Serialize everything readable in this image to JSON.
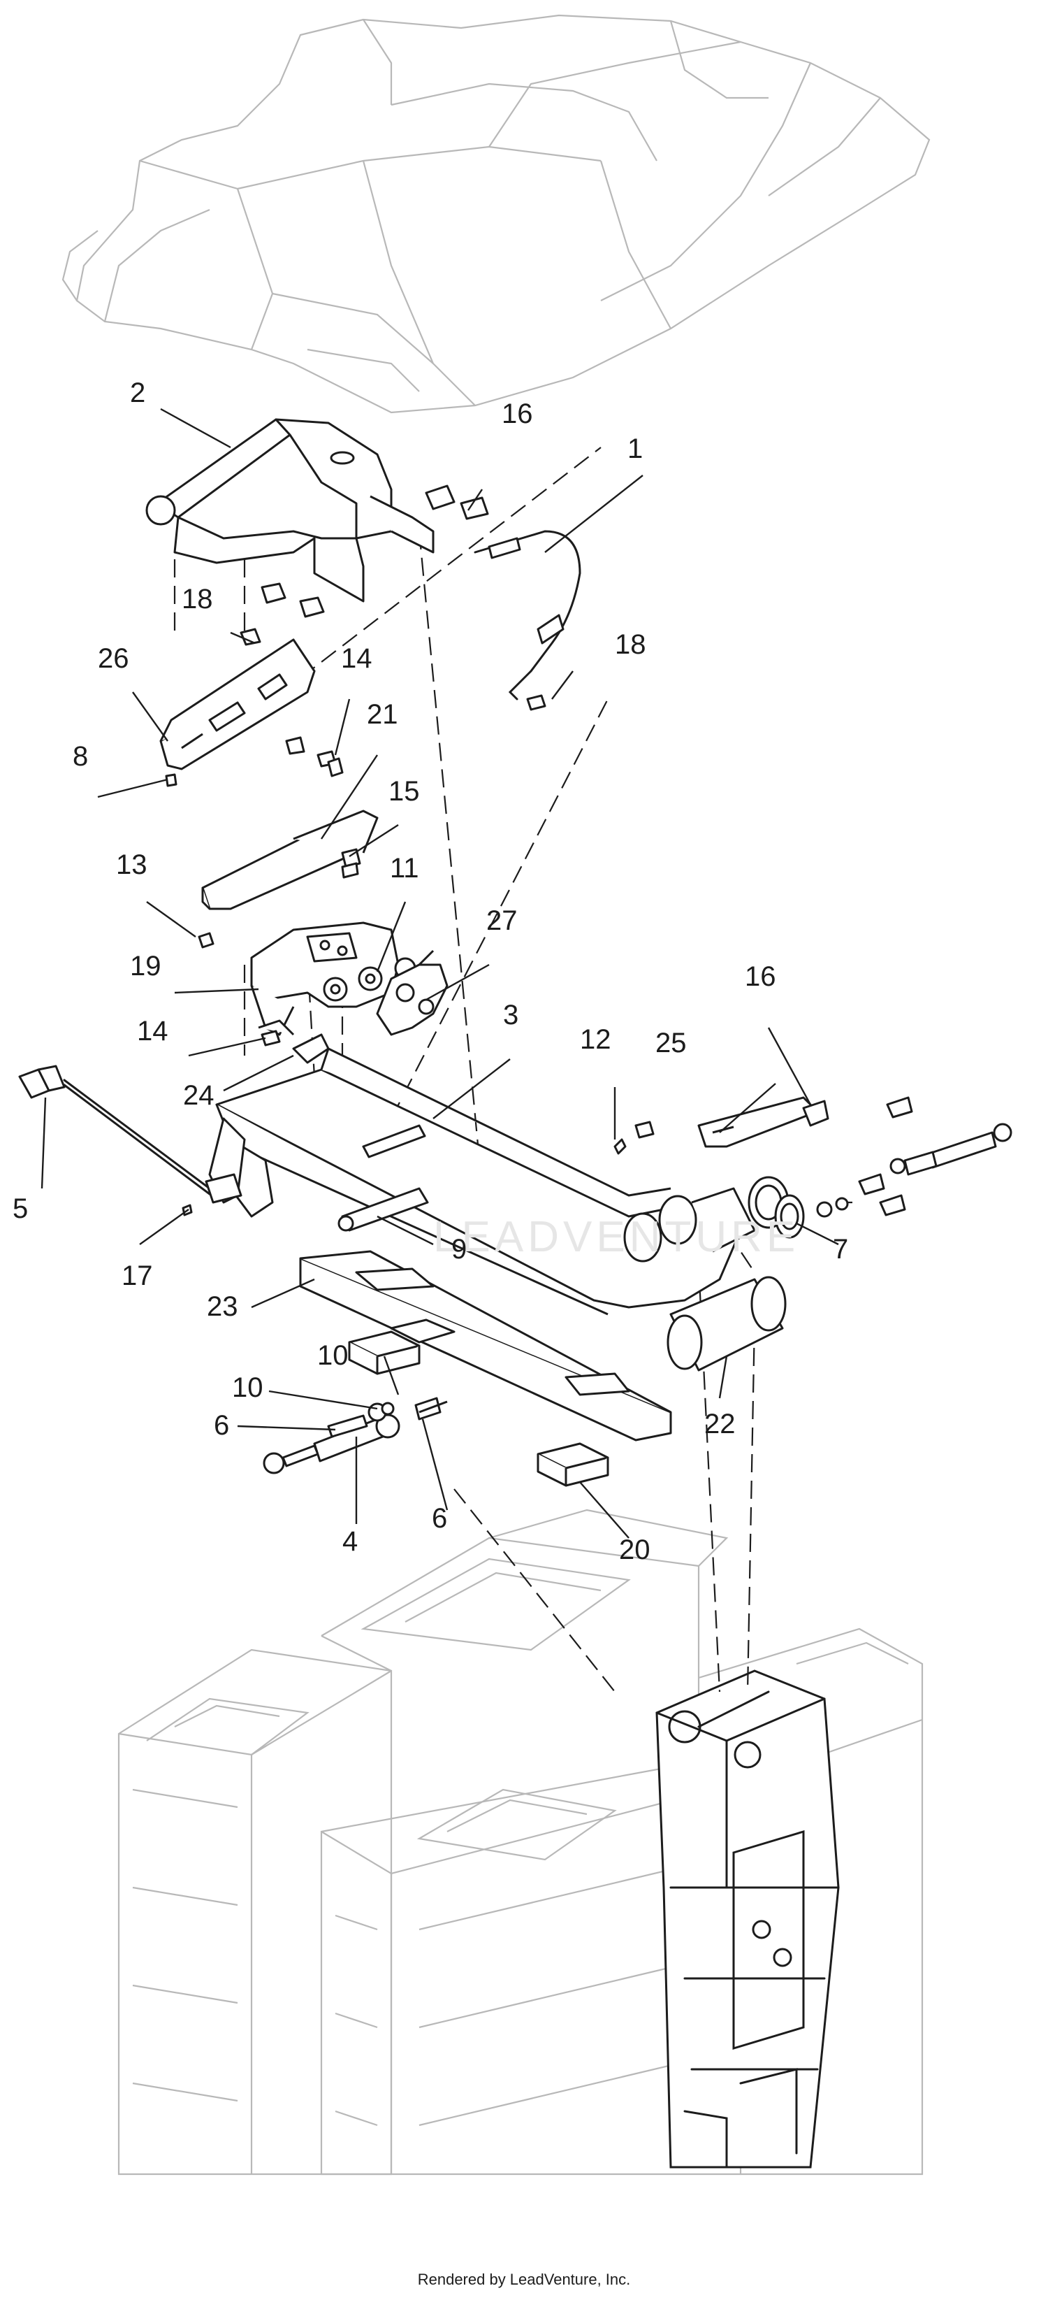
{
  "diagram": {
    "watermark": "LEADVENTURE",
    "callouts": [
      {
        "id": "c1",
        "label": "1"
      },
      {
        "id": "c2",
        "label": "2"
      },
      {
        "id": "c3",
        "label": "3"
      },
      {
        "id": "c4",
        "label": "4"
      },
      {
        "id": "c5",
        "label": "5"
      },
      {
        "id": "c6a",
        "label": "6"
      },
      {
        "id": "c6b",
        "label": "6"
      },
      {
        "id": "c7",
        "label": "7"
      },
      {
        "id": "c8",
        "label": "8"
      },
      {
        "id": "c9",
        "label": "9"
      },
      {
        "id": "c10a",
        "label": "10"
      },
      {
        "id": "c10b",
        "label": "10"
      },
      {
        "id": "c11",
        "label": "11"
      },
      {
        "id": "c12",
        "label": "12"
      },
      {
        "id": "c13",
        "label": "13"
      },
      {
        "id": "c14a",
        "label": "14"
      },
      {
        "id": "c14b",
        "label": "14"
      },
      {
        "id": "c15",
        "label": "15"
      },
      {
        "id": "c16a",
        "label": "16"
      },
      {
        "id": "c16b",
        "label": "16"
      },
      {
        "id": "c17",
        "label": "17"
      },
      {
        "id": "c18a",
        "label": "18"
      },
      {
        "id": "c18b",
        "label": "18"
      },
      {
        "id": "c19",
        "label": "19"
      },
      {
        "id": "c20",
        "label": "20"
      },
      {
        "id": "c21",
        "label": "21"
      },
      {
        "id": "c22",
        "label": "22"
      },
      {
        "id": "c23",
        "label": "23"
      },
      {
        "id": "c24",
        "label": "24"
      },
      {
        "id": "c25",
        "label": "25"
      },
      {
        "id": "c26",
        "label": "26"
      },
      {
        "id": "c27",
        "label": "27"
      }
    ]
  },
  "footer": {
    "text": "Rendered by LeadVenture, Inc."
  }
}
